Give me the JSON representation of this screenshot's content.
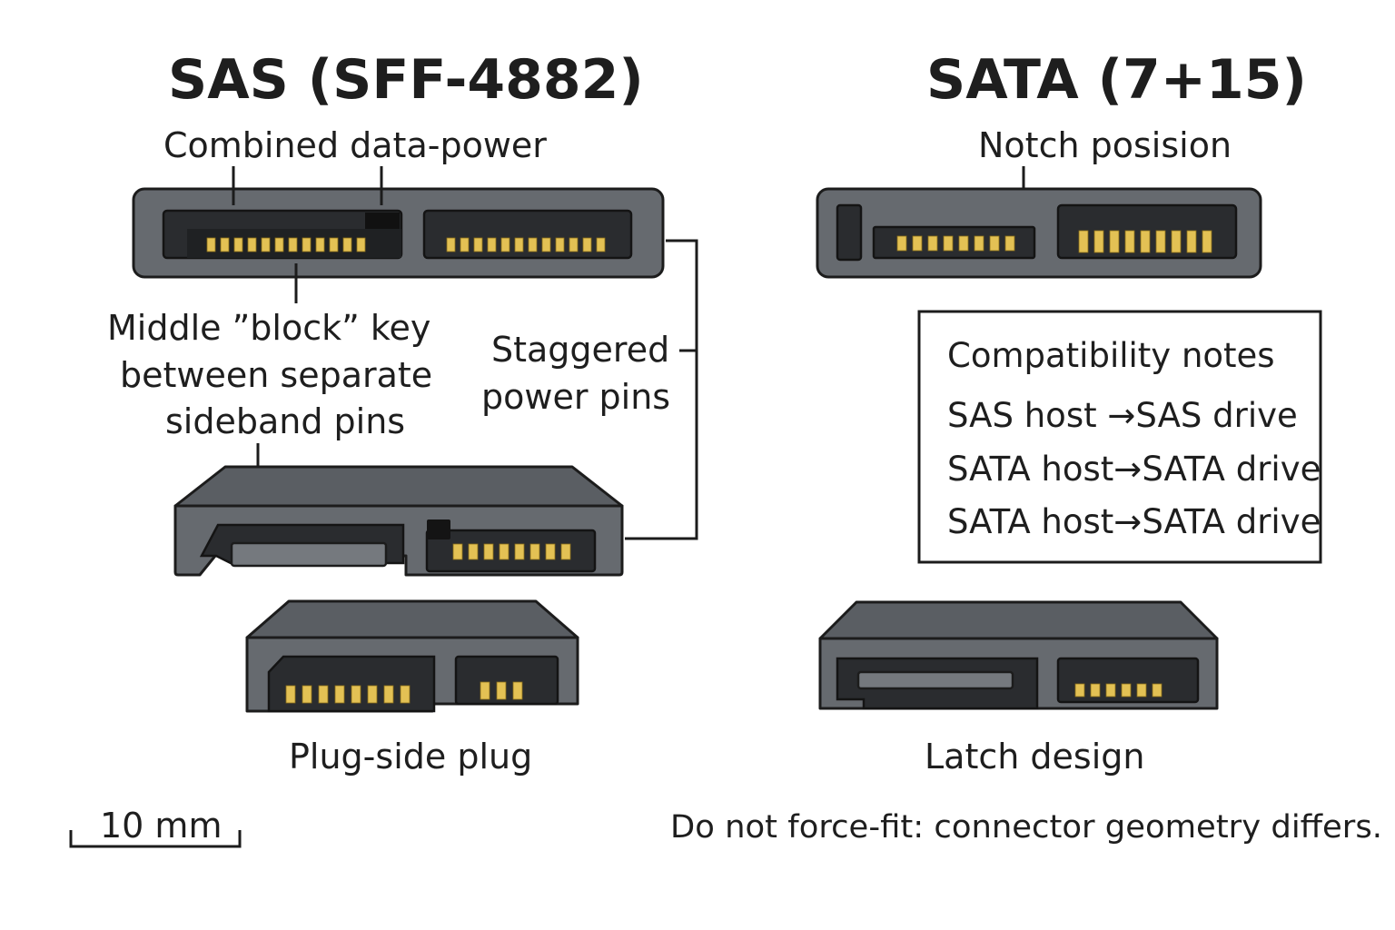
{
  "sas": {
    "title": "SAS (SFF-4882)",
    "label_combined": "Combined data-power",
    "label_key_lines": [
      "Middle ”block” key",
      "between separate",
      "sideband pins"
    ],
    "label_staggered_lines": [
      "Staggered",
      "power pins"
    ],
    "label_plug": "Plug-side plug"
  },
  "sata": {
    "title": "SATA (7+15)",
    "label_notch": "Notch posision",
    "label_latch": "Latch design"
  },
  "compatibility": {
    "heading": "Compatibility notes",
    "rows": [
      {
        "host": "SAS host",
        "arrow": "→",
        "drive": "SAS drive"
      },
      {
        "host": "SATA host",
        "arrow": "→",
        "drive": "SATA drive"
      },
      {
        "host": "SATA host",
        "arrow": "→",
        "drive": "SATA drive"
      }
    ]
  },
  "scale": {
    "label": "10 mm"
  },
  "warning": "Do not force-fit: connector geometry differs.",
  "colors": {
    "connector_body": "#666a6f",
    "slot": "#2a2c2f",
    "pin_gold": "#e3c154",
    "outline": "#1c1c1c"
  }
}
